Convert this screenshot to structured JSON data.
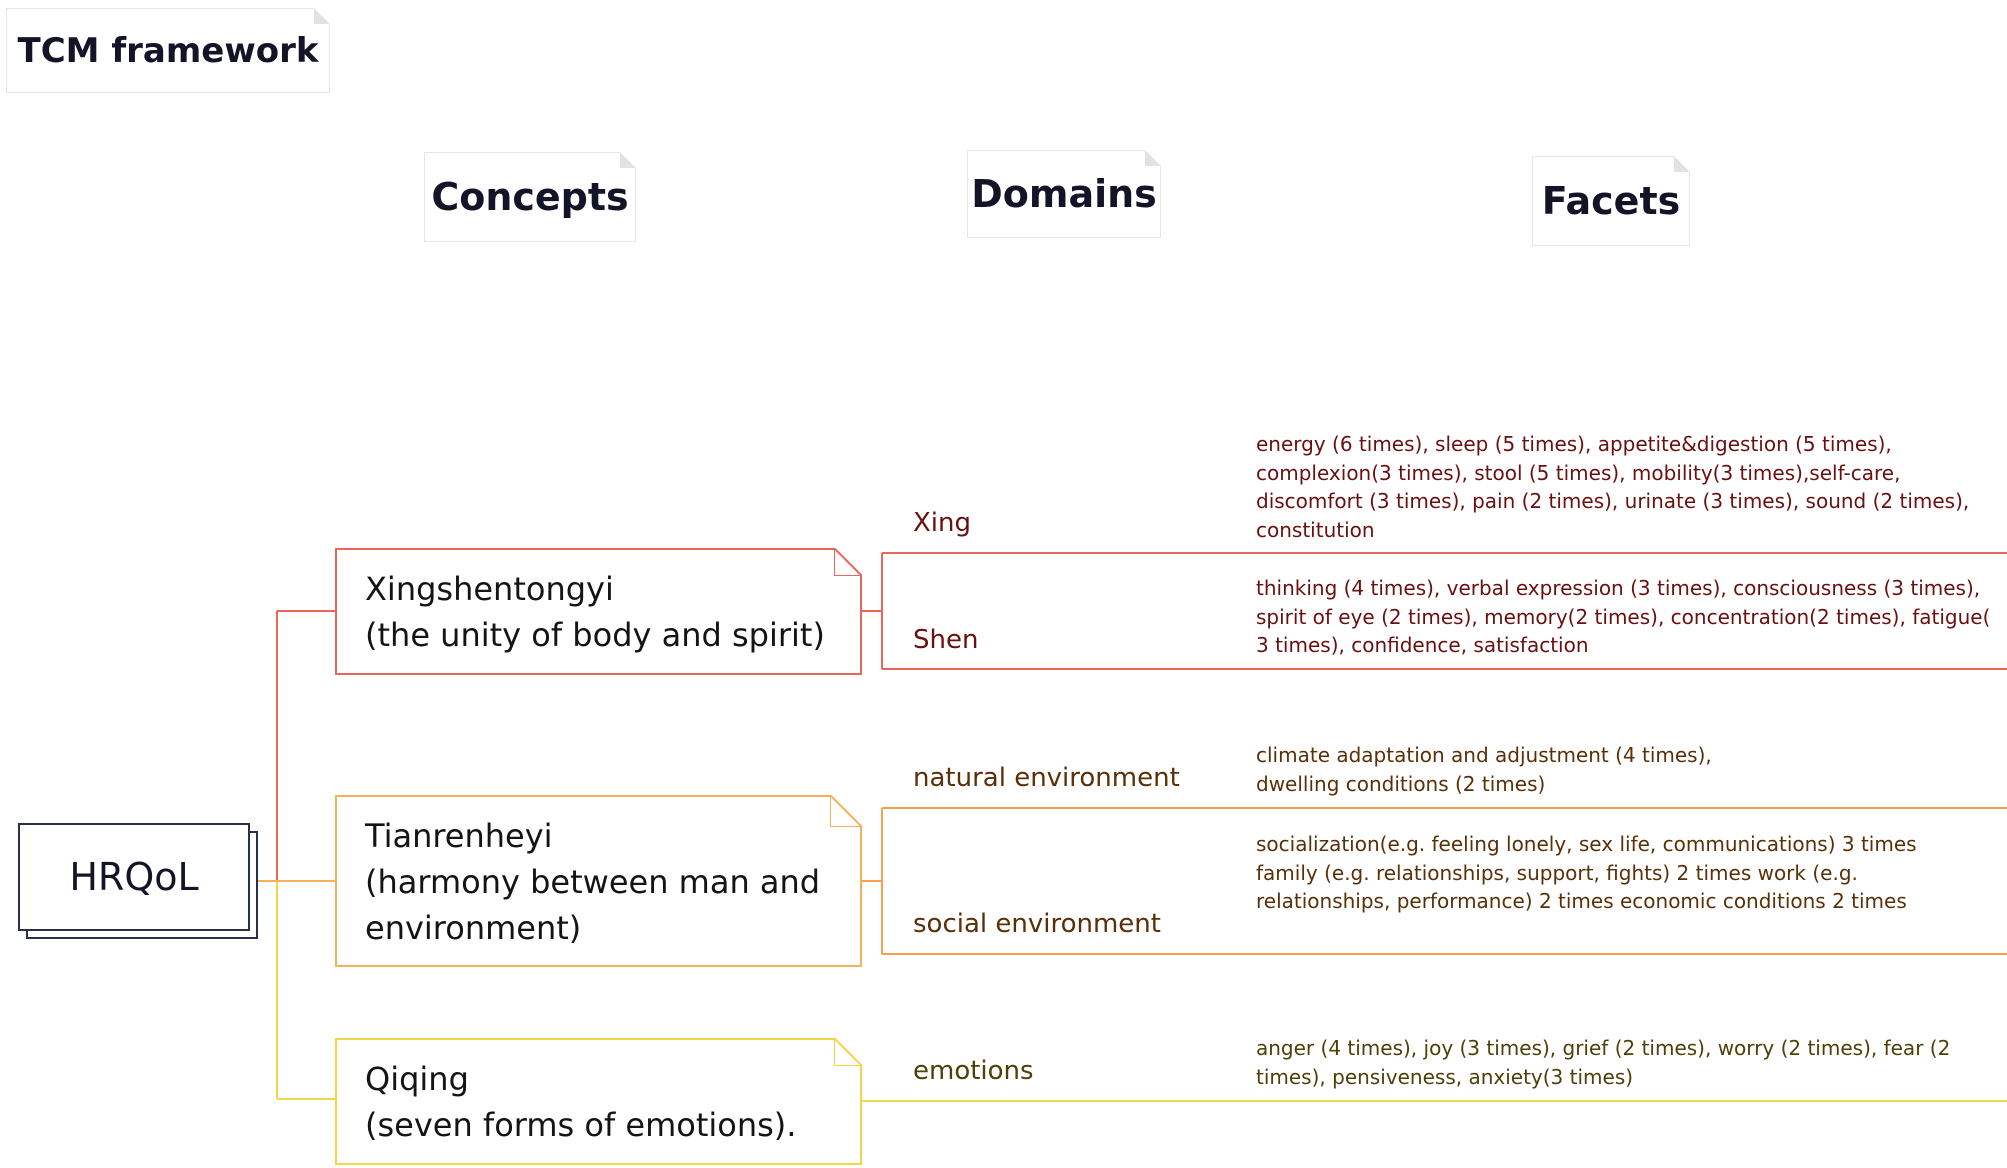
{
  "header": {
    "title": "TCM framework"
  },
  "columns": {
    "concepts": "Concepts",
    "domains": "Domains",
    "facets": "Facets"
  },
  "root": {
    "label": "HRQoL"
  },
  "colors": {
    "red": "#e8665a",
    "orange": "#f2a24a",
    "yellow": "#f2d64a",
    "red_text": "#6a1010",
    "orange_text": "#5a3008",
    "yellow_text": "#4e4008"
  },
  "concepts": [
    {
      "line1": "Xingshentongyi",
      "line2": "(the unity of body and spirit)"
    },
    {
      "line1": "Tianrenheyi",
      "line2": "(harmony between man and",
      "line3": "environment)"
    },
    {
      "line1": "Qiqing",
      "line2": "(seven forms of emotions)."
    }
  ],
  "domains": [
    {
      "label": "Xing",
      "facets": "energy (6 times), sleep (5 times), appetite&digestion (5 times), complexion(3 times), stool (5 times), mobility(3 times),self-care, discomfort (3 times), pain (2 times), urinate (3 times), sound (2 times), constitution"
    },
    {
      "label": "Shen",
      "facets": "thinking (4 times), verbal expression (3 times), consciousness (3 times), spirit of eye (2 times), memory(2 times), concentration(2 times), fatigue( 3 times), confidence, satisfaction"
    },
    {
      "label": "natural environment",
      "facets": "climate adaptation and adjustment (4 times), dwelling conditions (2 times)"
    },
    {
      "label": "social environment",
      "facets": "socialization(e.g. feeling lonely, sex life, communications) 3 times family (e.g. relationships, support, fights) 2 times work (e.g. relationships, performance) 2 times economic conditions 2 times"
    },
    {
      "label": "emotions",
      "facets": "anger (4 times), joy (3 times), grief (2 times), worry (2 times), fear (2 times), pensiveness, anxiety(3 times)"
    }
  ]
}
